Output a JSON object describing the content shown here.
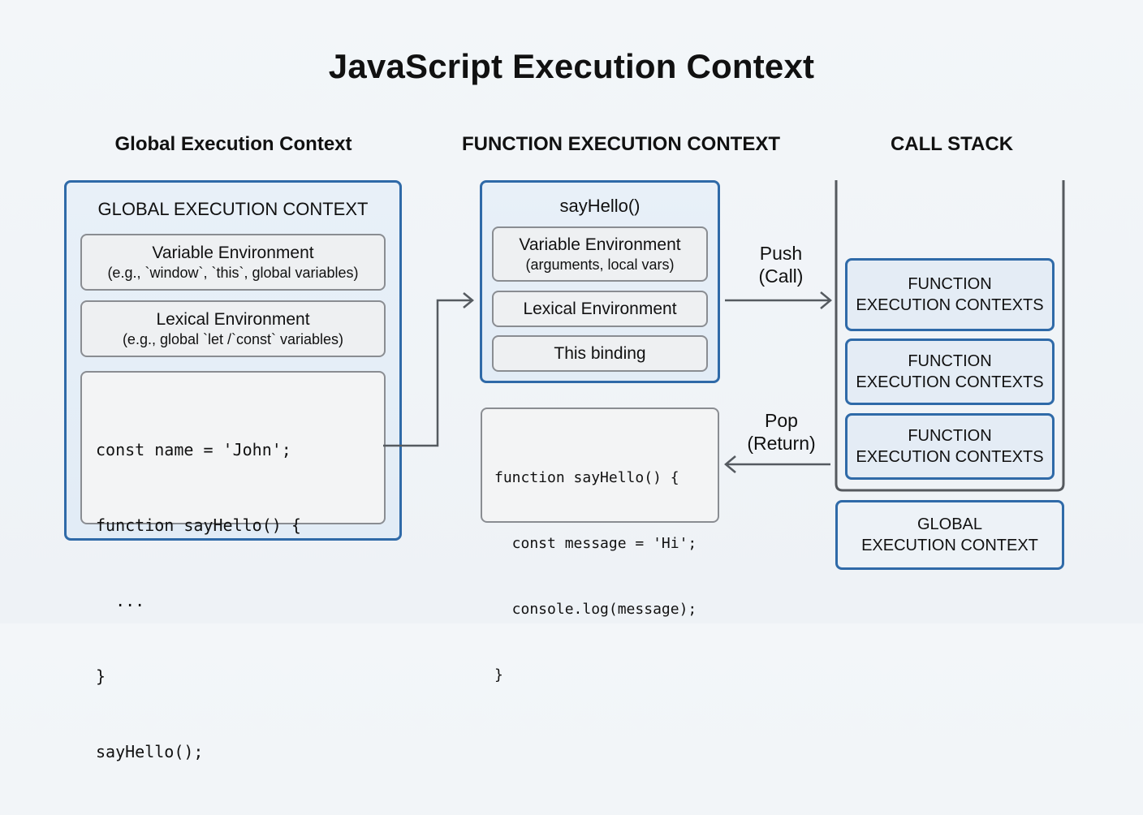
{
  "title": "JavaScript Execution Context",
  "columns": {
    "global": "Global Execution Context",
    "function": "FUNCTION EXECUTION CONTEXT",
    "stack": "CALL STACK"
  },
  "global_context": {
    "title": "GLOBAL EXECUTION CONTEXT",
    "variable_env": {
      "label": "Variable Environment",
      "detail": "(e.g., `window`, `this`, global variables)"
    },
    "lexical_env": {
      "label": "Lexical Environment",
      "detail": "(e.g., global `let /`const` variables)"
    },
    "code": [
      "const name = 'John';",
      "function sayHello() {",
      "  ...",
      "}",
      "sayHello();"
    ]
  },
  "function_context": {
    "title": "sayHello()",
    "variable_env": {
      "label": "Variable Environment",
      "detail": "(arguments, local vars)"
    },
    "lexical_env": {
      "label": "Lexical Environment"
    },
    "this_binding": {
      "label": "This binding"
    },
    "code": [
      "function sayHello() {",
      "  const message = 'Hi';",
      "  console.log(message);",
      "}"
    ]
  },
  "arrows": {
    "push": {
      "line1": "Push",
      "line2": "(Call)"
    },
    "pop": {
      "line1": "Pop",
      "line2": "(Return)"
    }
  },
  "call_stack": {
    "items": [
      {
        "line1": "FUNCTION",
        "line2": "EXECUTION CONTEXTS"
      },
      {
        "line1": "FUNCTION",
        "line2": "EXECUTION CONTEXTS"
      },
      {
        "line1": "FUNCTION",
        "line2": "EXECUTION CONTEXTS"
      }
    ],
    "base": {
      "line1": "GLOBAL",
      "line2": "EXECUTION CONTEXT"
    }
  },
  "colors": {
    "accent_blue": "#2f6aa8",
    "grey_border": "#8a8d92",
    "connector": "#555a60"
  }
}
